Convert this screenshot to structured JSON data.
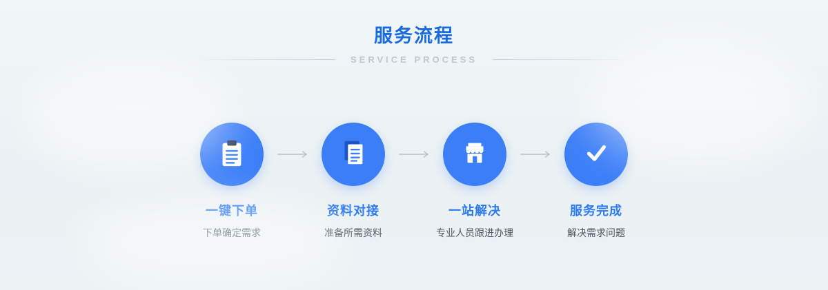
{
  "header": {
    "title": "服务流程",
    "subtitle": "SERVICE  PROCESS"
  },
  "steps": [
    {
      "title": "一键下单",
      "desc": "下单确定需求",
      "icon": "clipboard-icon"
    },
    {
      "title": "资料对接",
      "desc": "准备所需资料",
      "icon": "documents-icon"
    },
    {
      "title": "一站解决",
      "desc": "专业人员跟进办理",
      "icon": "storefront-icon"
    },
    {
      "title": "服务完成",
      "desc": "解决需求问题",
      "icon": "checkmark-icon"
    }
  ],
  "colors": {
    "title_blue": "#1b6be0",
    "step_title_blue": "#2d7bf4",
    "circle_blue": "#3b7ef8",
    "icon_dark_accent": "#33415c",
    "icon_deep_blue": "#1c54c8",
    "desc_gray": "#4c5761",
    "subtitle_gray": "#bcc9d1",
    "arrow_gray": "#b3bfc6",
    "background": "#edf3f5"
  }
}
